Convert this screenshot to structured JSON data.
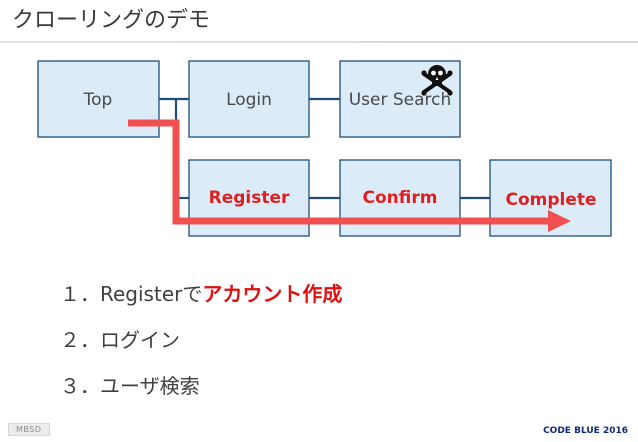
{
  "slide": {
    "title": "クローリングのデモ",
    "footer_left": "MBSD",
    "footer_right": "CODE BLUE 2016"
  },
  "diagram": {
    "nodes": {
      "top": "Top",
      "login": "Login",
      "user_search": "User Search",
      "register": "Register",
      "confirm": "Confirm",
      "complete": "Complete"
    },
    "skull_icon": "skull-and-crossbones-icon",
    "flow_color": "#f05050",
    "connector_color": "#1f4e79",
    "node_fill": "#dcebf8",
    "highlight_color": "#e01010"
  },
  "steps": [
    {
      "number": "１．",
      "text": "Registerで",
      "highlight": "アカウント作成"
    },
    {
      "number": "２．",
      "text": "ログイン",
      "highlight": ""
    },
    {
      "number": "３．",
      "text": "ユーザ検索",
      "highlight": ""
    }
  ]
}
